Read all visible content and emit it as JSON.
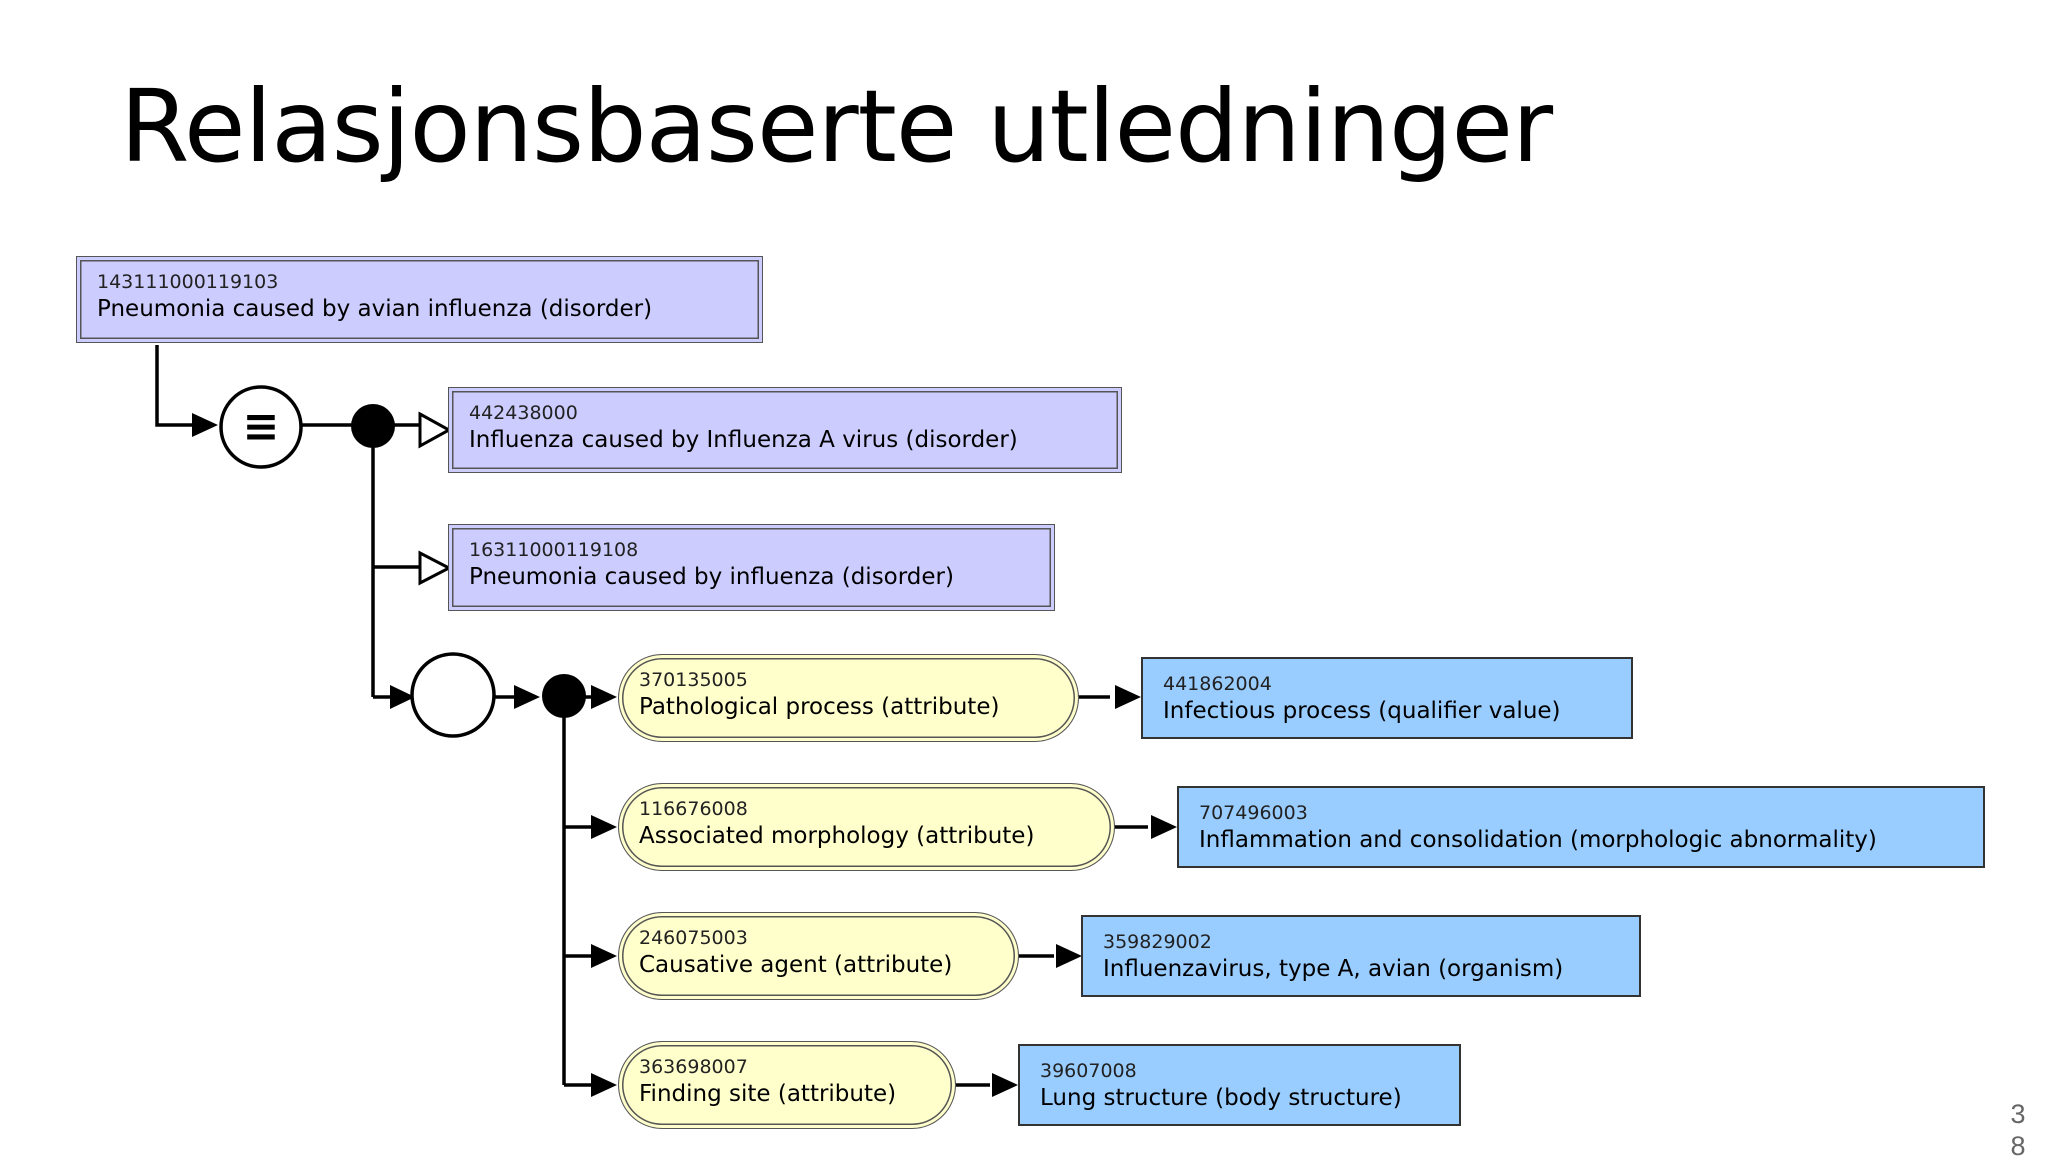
{
  "slide": {
    "title": "Relasjonsbaserte utledninger",
    "page_number": "38"
  },
  "diagram": {
    "root": {
      "id": "143111000119103",
      "label": "Pneumonia caused by avian influenza (disorder)"
    },
    "definition_status_symbol": "≡",
    "parents": [
      {
        "id": "442438000",
        "label": "Influenza caused by Influenza A virus (disorder)"
      },
      {
        "id": "16311000119108",
        "label": "Pneumonia caused by influenza (disorder)"
      }
    ],
    "relationships": [
      {
        "attribute": {
          "id": "370135005",
          "label": "Pathological process (attribute)"
        },
        "value": {
          "id": "441862004",
          "label": "Infectious process (qualifier value)"
        }
      },
      {
        "attribute": {
          "id": "116676008",
          "label": "Associated morphology (attribute)"
        },
        "value": {
          "id": "707496003",
          "label": "Inflammation and consolidation (morphologic abnormality)"
        }
      },
      {
        "attribute": {
          "id": "246075003",
          "label": "Causative agent (attribute)"
        },
        "value": {
          "id": "359829002",
          "label": "Influenzavirus, type A, avian (organism)"
        }
      },
      {
        "attribute": {
          "id": "363698007",
          "label": "Finding site (attribute)"
        },
        "value": {
          "id": "39607008",
          "label": "Lung structure (body structure)"
        }
      }
    ],
    "colors": {
      "concept_fill": "#ccccff",
      "attribute_fill": "#ffffcc",
      "value_fill": "#99ccff",
      "connector": "#000000"
    }
  }
}
